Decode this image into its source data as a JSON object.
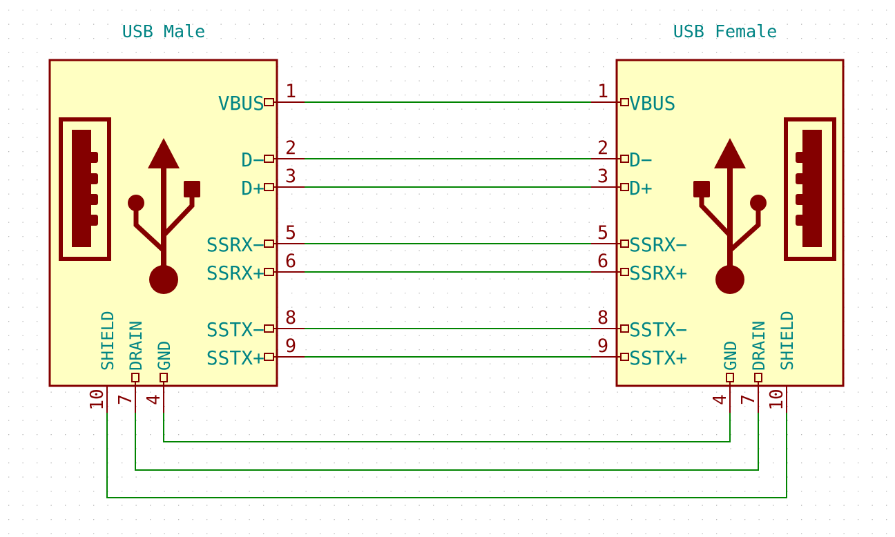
{
  "colors": {
    "body_fill": "#ffffc2",
    "outline": "#840000",
    "wire": "#008400",
    "label": "#008484",
    "pin_number": "#840000"
  },
  "left": {
    "title": "USB Male",
    "pins": [
      {
        "name": "VBUS",
        "number": "1"
      },
      {
        "name": "D−",
        "number": "2"
      },
      {
        "name": "D+",
        "number": "3"
      },
      {
        "name": "SSRX−",
        "number": "5"
      },
      {
        "name": "SSRX+",
        "number": "6"
      },
      {
        "name": "SSTX−",
        "number": "8"
      },
      {
        "name": "SSTX+",
        "number": "9"
      }
    ],
    "bottom_pins": [
      {
        "name": "SHIELD",
        "number": "10"
      },
      {
        "name": "DRAIN",
        "number": "7"
      },
      {
        "name": "GND",
        "number": "4"
      }
    ]
  },
  "right": {
    "title": "USB Female",
    "pins": [
      {
        "name": "VBUS",
        "number": "1"
      },
      {
        "name": "D−",
        "number": "2"
      },
      {
        "name": "D+",
        "number": "3"
      },
      {
        "name": "SSRX−",
        "number": "5"
      },
      {
        "name": "SSRX+",
        "number": "6"
      },
      {
        "name": "SSTX−",
        "number": "8"
      },
      {
        "name": "SSTX+",
        "number": "9"
      }
    ],
    "bottom_pins": [
      {
        "name": "GND",
        "number": "4"
      },
      {
        "name": "DRAIN",
        "number": "7"
      },
      {
        "name": "SHIELD",
        "number": "10"
      }
    ]
  }
}
